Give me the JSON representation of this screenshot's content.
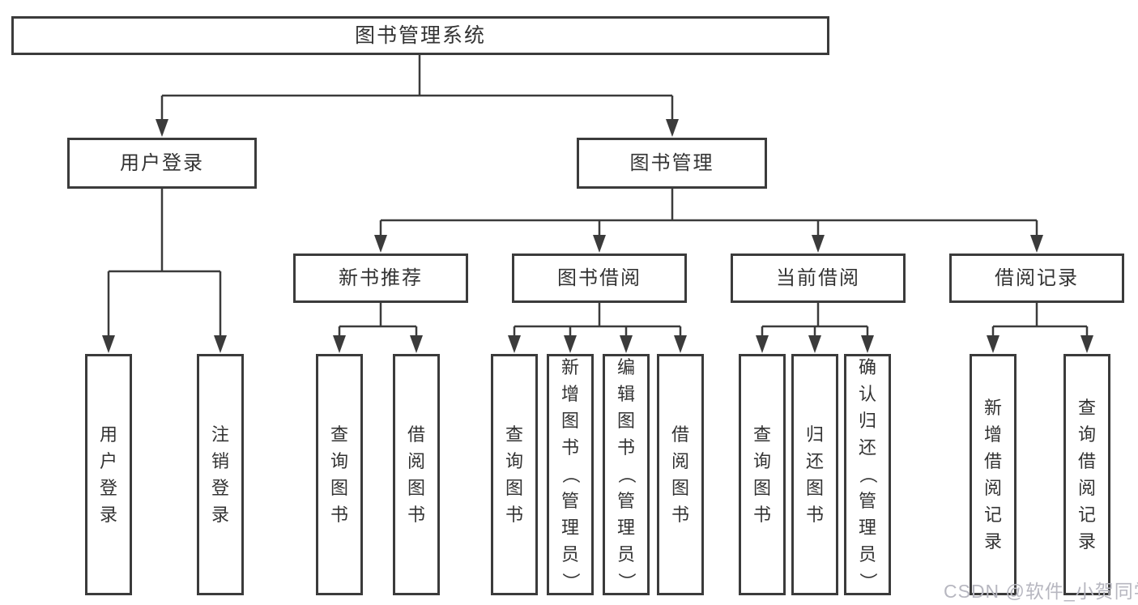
{
  "tree": {
    "root": {
      "label": "图书管理系统"
    },
    "branches": [
      {
        "label": "用户登录",
        "children": [
          {
            "label": "用户登录"
          },
          {
            "label": "注销登录"
          }
        ]
      },
      {
        "label": "图书管理",
        "groups": [
          {
            "label": "新书推荐",
            "children": [
              {
                "label": "查询图书"
              },
              {
                "label": "借阅图书"
              }
            ]
          },
          {
            "label": "图书借阅",
            "children": [
              {
                "label": "查询图书"
              },
              {
                "label": "新增图书（管理员）"
              },
              {
                "label": "编辑图书（管理员）"
              },
              {
                "label": "借阅图书"
              }
            ]
          },
          {
            "label": "当前借阅",
            "children": [
              {
                "label": "查询图书"
              },
              {
                "label": "归还图书"
              },
              {
                "label": "确认归还（管理员）"
              }
            ]
          },
          {
            "label": "借阅记录",
            "children": [
              {
                "label": "新增借阅记录"
              },
              {
                "label": "查询借阅记录"
              }
            ]
          }
        ]
      }
    ]
  },
  "watermark": {
    "text": "CSDN @软件_小贺同学"
  },
  "colors": {
    "line": "#3b3b3b",
    "box_border": "#3b3b3b",
    "text": "#333333",
    "watermark": "#b7b7c0",
    "background": "#ffffff"
  }
}
